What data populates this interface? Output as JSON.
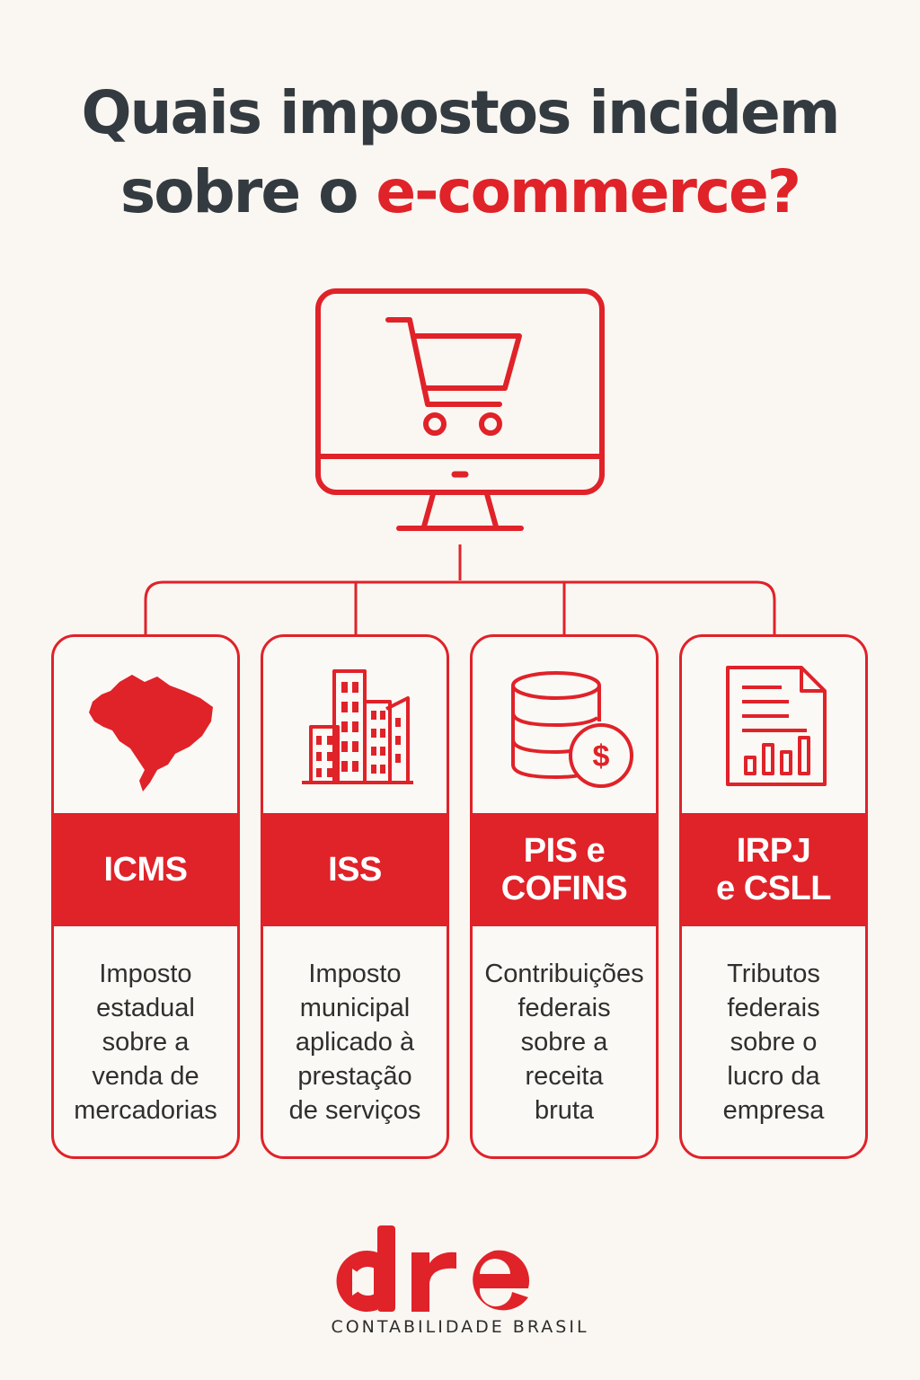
{
  "header": {
    "title_line1": "Quais impostos incidem",
    "title_line2_plain": "sobre o ",
    "title_line2_accent": "e-commerce?"
  },
  "cards": [
    {
      "name": "ICMS",
      "icon": "brazil-map-icon",
      "description": "Imposto\nestadual\nsobre a\nvenda de\nmercadorias"
    },
    {
      "name": "ISS",
      "icon": "city-buildings-icon",
      "description": "Imposto\nmunicipal\naplicado à\nprestação\nde serviços"
    },
    {
      "name": "PIS e\nCOFINS",
      "icon": "database-dollar-icon",
      "description": "Contribuições\nfederais\nsobre a\nreceita\nbruta"
    },
    {
      "name": "IRPJ\ne CSLL",
      "icon": "document-chart-icon",
      "description": "Tributos\nfederais\nsobre o\nlucro da\nempresa"
    }
  ],
  "colors": {
    "accent": "#e02229",
    "title": "#333b40",
    "background": "#faf7f2"
  },
  "brand": {
    "logo": "dre",
    "tagline": "CONTABILIDADE BRASIL"
  }
}
